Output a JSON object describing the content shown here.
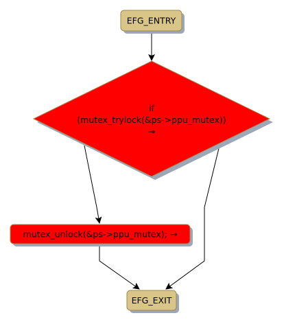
{
  "diagram": {
    "nodes": {
      "entry": {
        "label": "EFG_ENTRY",
        "shape": "rounded-rect",
        "fill": "#d8c587"
      },
      "decision": {
        "lines": [
          "if",
          "(mutex_trylock(&ps->ppu_mutex))",
          "→"
        ],
        "shape": "diamond",
        "fill": "#ff0000"
      },
      "action": {
        "label": "mutex_unlock(&ps->ppu_mutex); →",
        "shape": "rounded-rect",
        "fill": "#ff0000"
      },
      "exit": {
        "label": "EFG_EXIT",
        "shape": "rounded-rect",
        "fill": "#d8c587"
      }
    },
    "edges": [
      {
        "from": "entry",
        "to": "decision"
      },
      {
        "from": "decision",
        "to": "action"
      },
      {
        "from": "decision",
        "to": "exit"
      },
      {
        "from": "action",
        "to": "exit"
      }
    ],
    "colors": {
      "node_border": "#a08850",
      "shadow": "#9ea7b8",
      "edge": "#000000"
    }
  }
}
